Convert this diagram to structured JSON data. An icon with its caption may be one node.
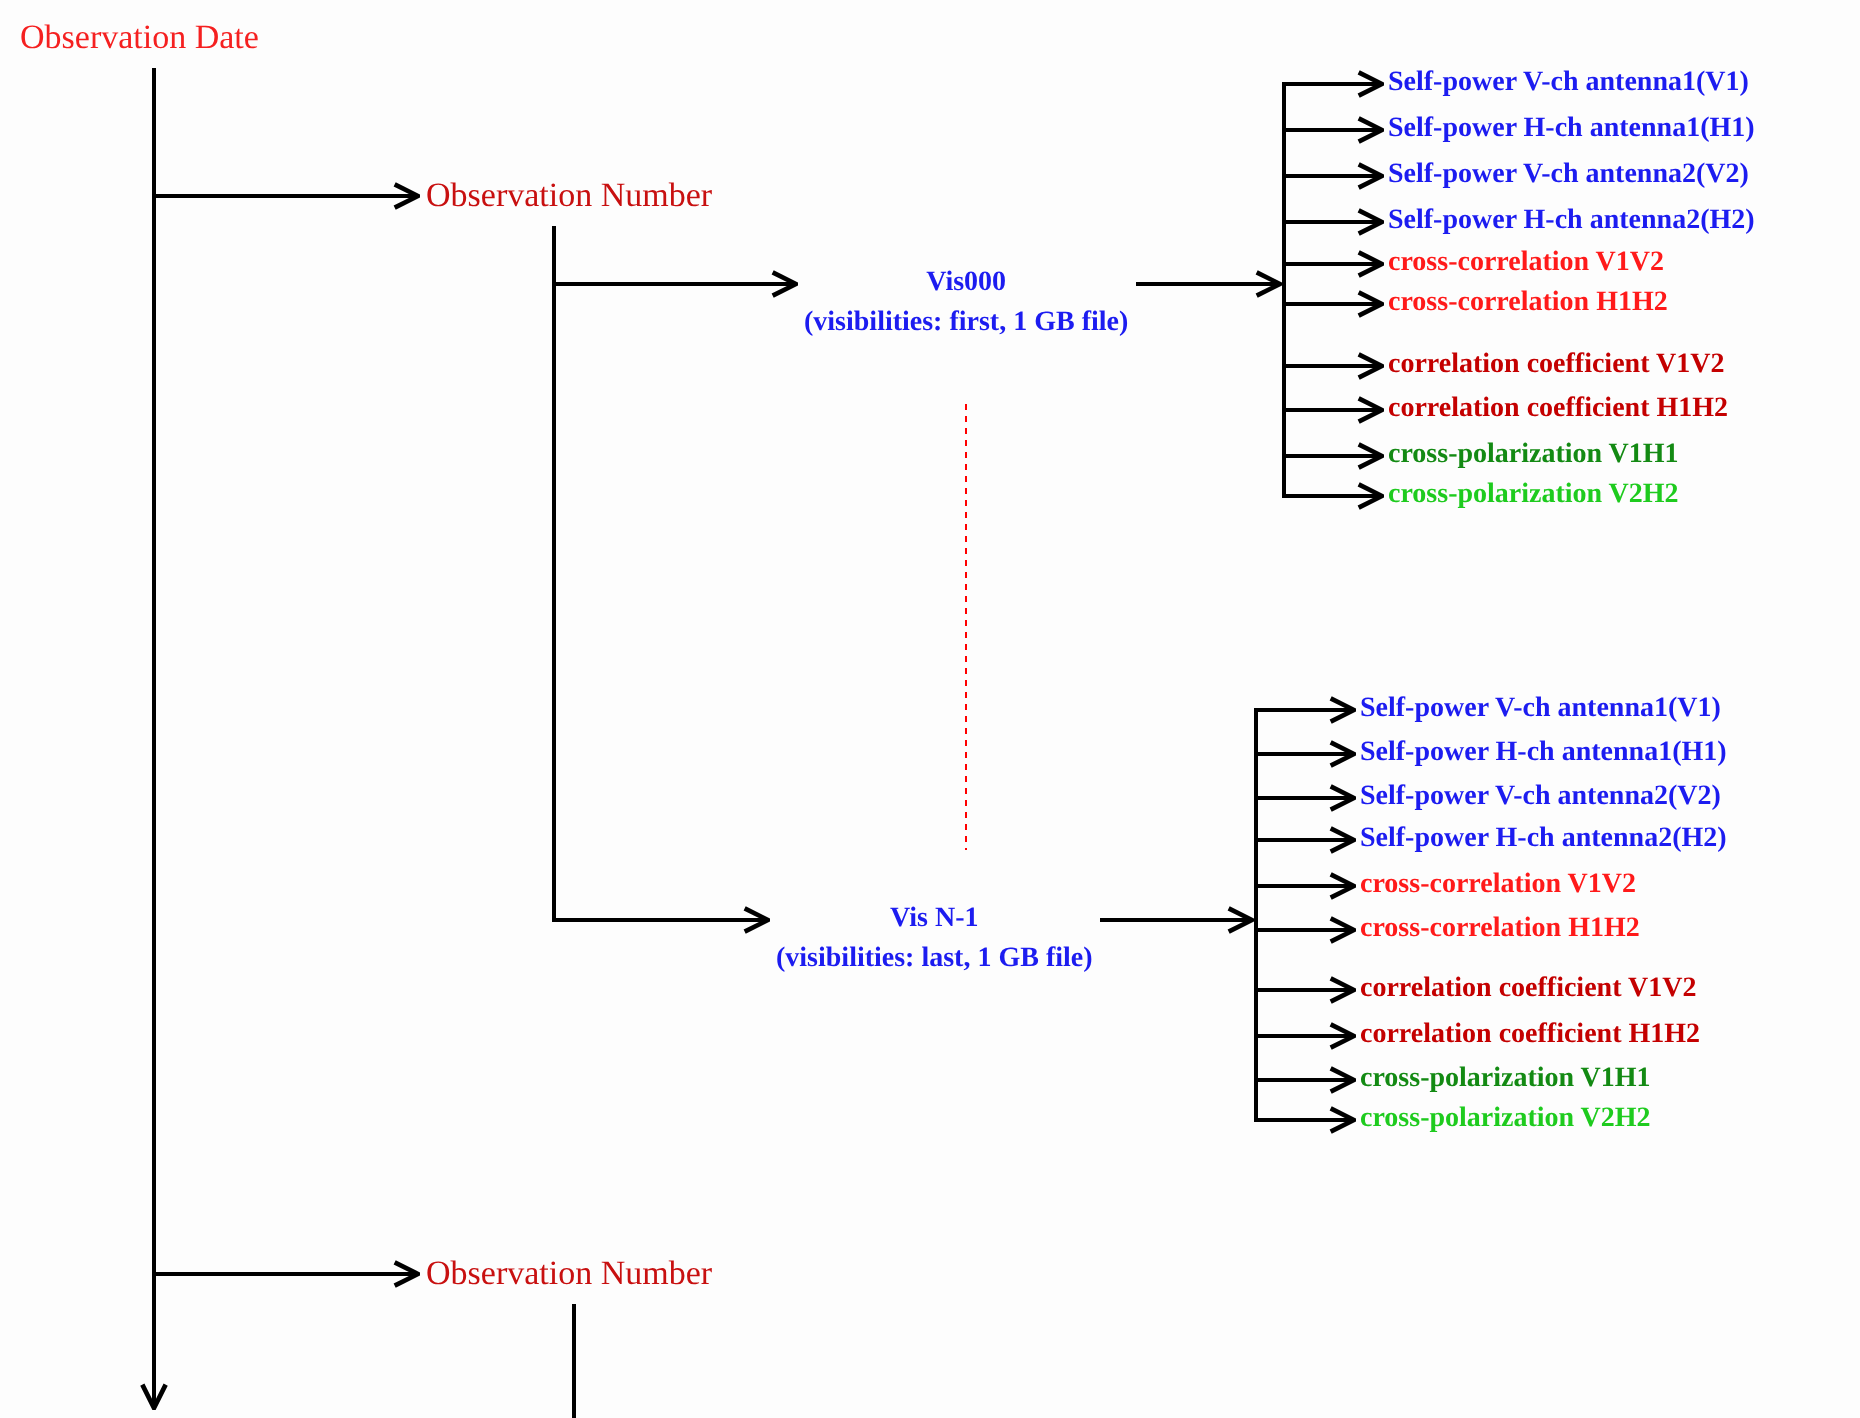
{
  "diagram": {
    "nodes": [
      {
        "text": [
          "Observation Date"
        ]
      },
      {
        "text": [
          "Observation Number"
        ]
      },
      {
        "text": [
          "Vis000",
          "(visibilities: first, 1 GB file)"
        ]
      },
      {
        "text": [
          "Self-power V-ch antenna1(V1)"
        ]
      },
      {
        "text": [
          "Self-power H-ch antenna1(H1)"
        ]
      },
      {
        "text": [
          "Self-power V-ch antenna2(V2)"
        ]
      },
      {
        "text": [
          "Self-power H-ch antenna2(H2)"
        ]
      },
      {
        "text": [
          "cross-correlation V1V2"
        ]
      },
      {
        "text": [
          "cross-correlation H1H2"
        ]
      },
      {
        "text": [
          "correlation coefficient V1V2"
        ]
      },
      {
        "text": [
          "correlation coefficient H1H2"
        ]
      },
      {
        "text": [
          "cross-polarization V1H1"
        ]
      },
      {
        "text": [
          "cross-polarization V2H2"
        ]
      },
      {
        "text": [
          "Vis N-1",
          "(visibilities: last, 1 GB file)"
        ]
      },
      {
        "text": [
          "Self-power V-ch antenna1(V1)"
        ]
      },
      {
        "text": [
          "Self-power H-ch antenna1(H1)"
        ]
      },
      {
        "text": [
          "Self-power V-ch antenna2(V2)"
        ]
      },
      {
        "text": [
          "Self-power H-ch antenna2(H2)"
        ]
      },
      {
        "text": [
          "cross-correlation V1V2"
        ]
      },
      {
        "text": [
          "cross-correlation H1H2"
        ]
      },
      {
        "text": [
          "correlation coefficient V1V2"
        ]
      },
      {
        "text": [
          "correlation coefficient H1H2"
        ]
      },
      {
        "text": [
          "cross-polarization V1H1"
        ]
      },
      {
        "text": [
          "cross-polarization V2H2"
        ]
      },
      {
        "text": [
          "Observation Number"
        ]
      }
    ],
    "edges": [
      {
        "from": 0,
        "to": 1,
        "arrow": "to"
      },
      {
        "from": 0,
        "to": 24,
        "arrow": "to"
      },
      {
        "from": 0,
        "to": null,
        "arrow": "to"
      },
      {
        "from": 1,
        "to": 2,
        "arrow": "to"
      },
      {
        "from": 1,
        "to": 13,
        "arrow": "to"
      },
      {
        "from": 2,
        "to": 13,
        "arrow": "none",
        "style": "dashed",
        "color": "#ff0000"
      },
      {
        "from": 2,
        "to": 3,
        "arrow": "to"
      },
      {
        "from": 2,
        "to": 4,
        "arrow": "to"
      },
      {
        "from": 2,
        "to": 5,
        "arrow": "to"
      },
      {
        "from": 2,
        "to": 6,
        "arrow": "to"
      },
      {
        "from": 2,
        "to": 7,
        "arrow": "to"
      },
      {
        "from": 2,
        "to": 8,
        "arrow": "to"
      },
      {
        "from": 2,
        "to": 9,
        "arrow": "to"
      },
      {
        "from": 2,
        "to": 10,
        "arrow": "to"
      },
      {
        "from": 2,
        "to": 11,
        "arrow": "to"
      },
      {
        "from": 2,
        "to": 12,
        "arrow": "to"
      },
      {
        "from": 13,
        "to": 14,
        "arrow": "to"
      },
      {
        "from": 13,
        "to": 15,
        "arrow": "to"
      },
      {
        "from": 13,
        "to": 16,
        "arrow": "to"
      },
      {
        "from": 13,
        "to": 17,
        "arrow": "to"
      },
      {
        "from": 13,
        "to": 18,
        "arrow": "to"
      },
      {
        "from": 13,
        "to": 19,
        "arrow": "to"
      },
      {
        "from": 13,
        "to": 20,
        "arrow": "to"
      },
      {
        "from": 13,
        "to": 21,
        "arrow": "to"
      },
      {
        "from": 13,
        "to": 22,
        "arrow": "to"
      },
      {
        "from": 13,
        "to": 23,
        "arrow": "to"
      },
      {
        "from": 24,
        "to": null,
        "arrow": "none"
      }
    ]
  }
}
